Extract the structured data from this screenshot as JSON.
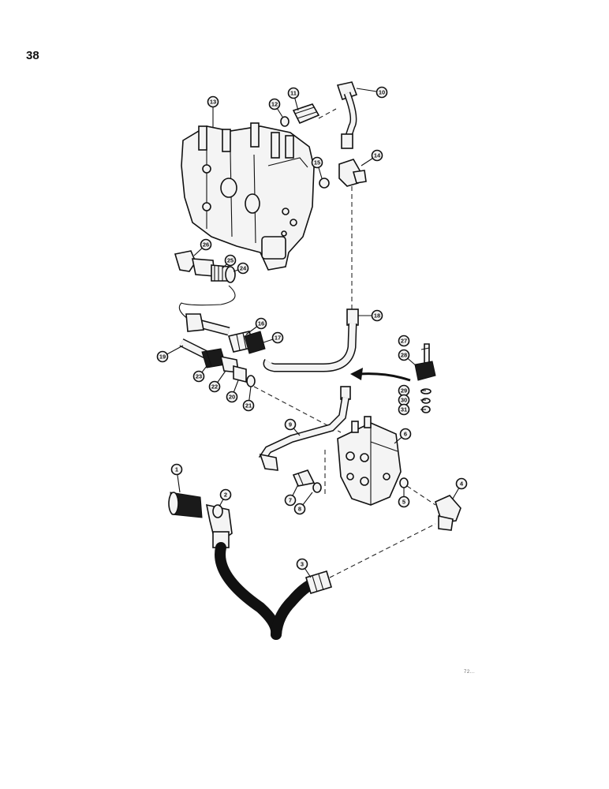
{
  "page": {
    "number": "38",
    "drawing_code": "72..."
  },
  "callouts": [
    {
      "id": "1",
      "label": "1"
    },
    {
      "id": "2",
      "label": "2"
    },
    {
      "id": "3",
      "label": "3"
    },
    {
      "id": "4",
      "label": "4"
    },
    {
      "id": "5",
      "label": "5"
    },
    {
      "id": "6",
      "label": "6"
    },
    {
      "id": "7",
      "label": "7"
    },
    {
      "id": "8",
      "label": "8"
    },
    {
      "id": "9",
      "label": "9"
    },
    {
      "id": "10",
      "label": "10"
    },
    {
      "id": "11",
      "label": "11"
    },
    {
      "id": "12",
      "label": "12"
    },
    {
      "id": "13",
      "label": "13"
    },
    {
      "id": "14",
      "label": "14"
    },
    {
      "id": "15",
      "label": "15"
    },
    {
      "id": "16",
      "label": "16"
    },
    {
      "id": "17",
      "label": "17"
    },
    {
      "id": "18",
      "label": "18"
    },
    {
      "id": "19",
      "label": "19"
    },
    {
      "id": "20",
      "label": "20"
    },
    {
      "id": "21",
      "label": "21"
    },
    {
      "id": "22",
      "label": "22"
    },
    {
      "id": "23",
      "label": "23"
    },
    {
      "id": "24",
      "label": "24"
    },
    {
      "id": "25",
      "label": "25"
    },
    {
      "id": "26",
      "label": "26"
    },
    {
      "id": "27",
      "label": "27"
    },
    {
      "id": "28",
      "label": "28"
    },
    {
      "id": "29",
      "label": "29"
    },
    {
      "id": "30",
      "label": "30"
    },
    {
      "id": "31",
      "label": "31"
    }
  ]
}
